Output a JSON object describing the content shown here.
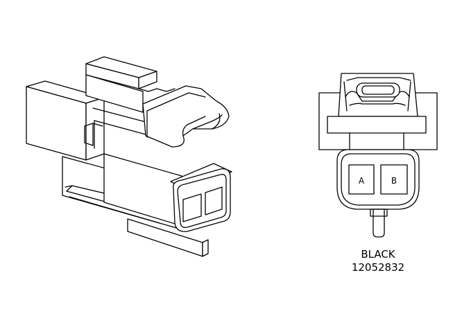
{
  "connector": {
    "color_label": "BLACK",
    "part_number": "12052832",
    "pins": [
      {
        "label": "A"
      },
      {
        "label": "B"
      }
    ]
  },
  "colors": {
    "line": "#000000",
    "background": "#ffffff"
  }
}
